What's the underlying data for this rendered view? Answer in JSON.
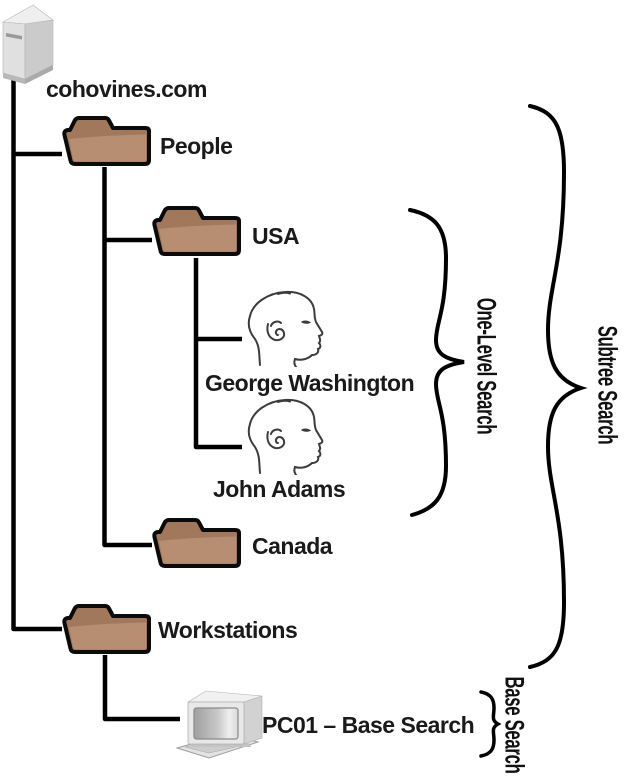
{
  "diagram": {
    "type": "ldap-search-scope-tree",
    "labels": {
      "root": "cohovines.com",
      "people": "People",
      "usa": "USA",
      "george": "George Washington",
      "john": "John Adams",
      "canada": "Canada",
      "workstations": "Workstations",
      "pc01": "PC01 – Base Search"
    },
    "annotations": {
      "one_level": "One-Level Search",
      "subtree": "Subtree Search",
      "base": "Base Search"
    },
    "tree": {
      "root": {
        "label": "cohovines.com",
        "icon": "server-icon",
        "children": [
          {
            "label": "People",
            "icon": "folder-icon",
            "children": [
              {
                "label": "USA",
                "icon": "folder-icon",
                "children": [
                  {
                    "label": "George Washington",
                    "icon": "person-icon"
                  },
                  {
                    "label": "John Adams",
                    "icon": "person-icon"
                  }
                ]
              },
              {
                "label": "Canada",
                "icon": "folder-icon"
              }
            ]
          },
          {
            "label": "Workstations",
            "icon": "folder-icon",
            "children": [
              {
                "label": "PC01 – Base Search",
                "icon": "computer-icon"
              }
            ]
          }
        ]
      }
    },
    "scopes": [
      {
        "label": "One-Level Search",
        "covers": [
          "USA",
          "George Washington",
          "John Adams",
          "Canada"
        ]
      },
      {
        "label": "Subtree Search",
        "covers": [
          "People",
          "USA",
          "George Washington",
          "John Adams",
          "Canada",
          "Workstations",
          "PC01"
        ]
      },
      {
        "label": "Base Search",
        "covers": [
          "PC01"
        ]
      }
    ],
    "colors": {
      "folder_body": "#b58a70",
      "folder_flap": "#a1785c",
      "outline": "#000000",
      "text": "#1a1a1a",
      "head_stroke": "#3c3c3c",
      "server_front": "#e0e0e0",
      "server_side": "#cbcbcb",
      "server_top": "#efefef"
    }
  }
}
